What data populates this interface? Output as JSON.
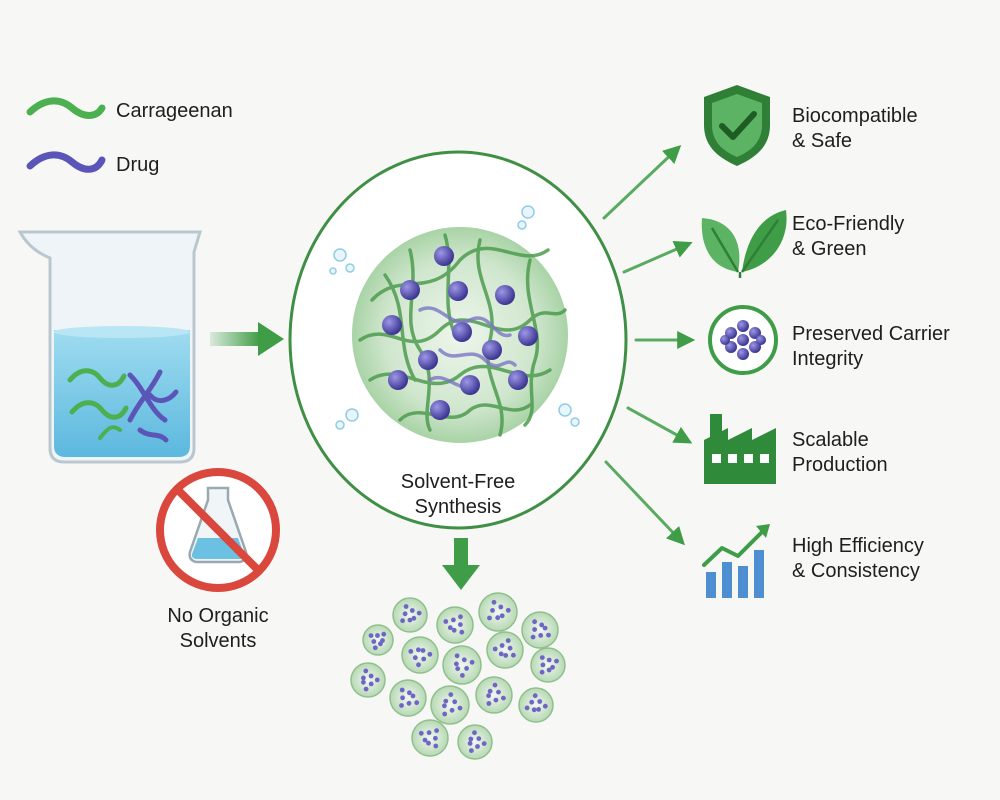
{
  "legend": [
    {
      "label": "Carrageenan",
      "color": "#4caf50",
      "icon": "green-wave-icon"
    },
    {
      "label": "Drug",
      "color": "#5c55b8",
      "icon": "purple-wave-icon"
    }
  ],
  "center": {
    "line1": "Solvent-Free",
    "line2": "Synthesis"
  },
  "no_solvent": {
    "line1": "No Organic",
    "line2": "Solvents",
    "icon": "no-flask-icon"
  },
  "benefits": [
    {
      "line1": "Biocompatible",
      "line2": "& Safe",
      "icon": "shield-check-icon"
    },
    {
      "line1": "Eco-Friendly",
      "line2": "& Green",
      "icon": "leaf-icon"
    },
    {
      "line1": "Preserved Carrier",
      "line2": "Integrity",
      "icon": "particle-icon"
    },
    {
      "line1": "Scalable",
      "line2": "Production",
      "icon": "factory-icon"
    },
    {
      "line1": "High Efficiency",
      "line2": "& Consistency",
      "icon": "growth-chart-icon"
    }
  ],
  "colors": {
    "green": "#3f9c47",
    "dark_green": "#2f7f36",
    "purple": "#5c55b8",
    "water": "#7cc9e6",
    "red": "#d9473d",
    "blue_bar": "#4d8fd1"
  }
}
